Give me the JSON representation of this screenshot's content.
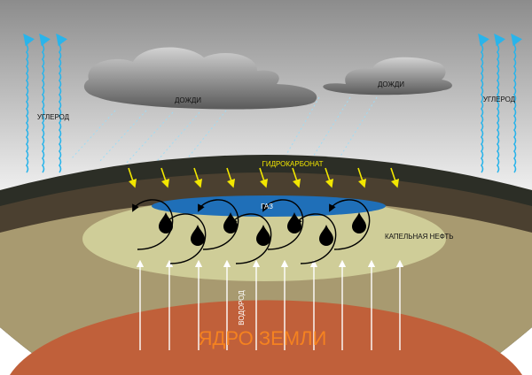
{
  "labels": {
    "carbon_left": "УГЛЕРОД",
    "carbon_right": "УГЛЕРОД",
    "rain_left": "ДОЖДИ",
    "rain_right": "ДОЖДИ",
    "hydrocarbonate": "ГИДРОКАРБОНАТ",
    "gas": "ГАЗ",
    "drip_oil": "КАПЕЛЬНАЯ НЕФТЬ",
    "hydrogen": "ВОДОРОД",
    "earth_core": "ЯДРО ЗЕМЛИ"
  },
  "colors": {
    "carbon_arrows": "#2ab4ea",
    "hydrocarbonate": "#f2e600",
    "gas": "#1f6fb8",
    "core": "#c0603a",
    "core_label": "#f58220",
    "crust": "#2c2e26",
    "sediment": "#4b4030",
    "sand": "#a89a70",
    "oil_zone": "#cfcd98"
  }
}
